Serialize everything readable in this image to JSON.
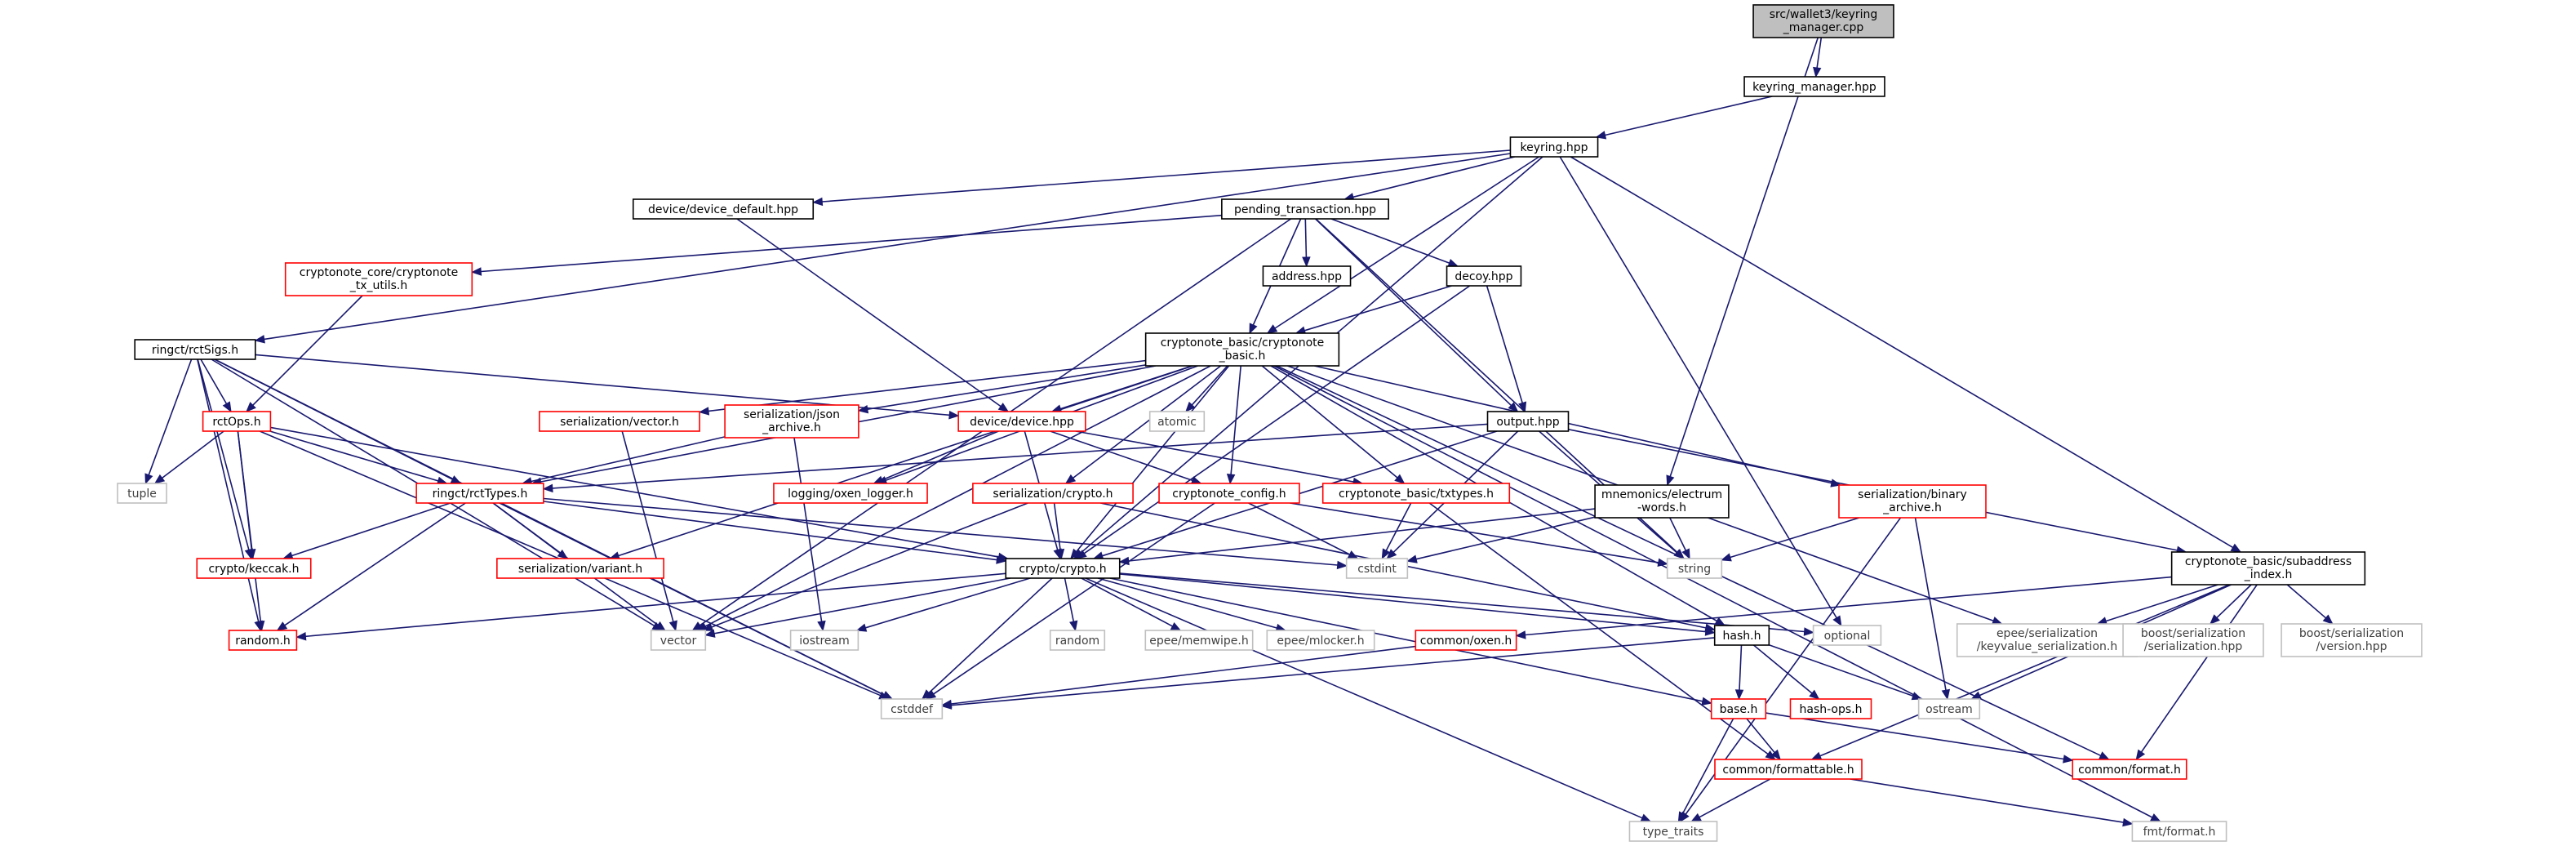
{
  "colors": {
    "edge": "#191970",
    "root_fill": "#bfbfbf",
    "root_border": "#000000",
    "documented_border": "#000000",
    "undocumented_border": "#ff0000",
    "external_border": "#bfbfbf",
    "external_text": "#404040"
  },
  "nodes": [
    {
      "id": "root",
      "label": [
        "src/wallet3/keyring",
        "_manager.cpp"
      ],
      "kind": "root"
    },
    {
      "id": "keyring_manager",
      "label": [
        "keyring_manager.hpp"
      ],
      "kind": "documented"
    },
    {
      "id": "keyring",
      "label": [
        "keyring.hpp"
      ],
      "kind": "documented"
    },
    {
      "id": "device_default",
      "label": [
        "device/device_default.hpp"
      ],
      "kind": "documented"
    },
    {
      "id": "pending_tx",
      "label": [
        "pending_transaction.hpp"
      ],
      "kind": "documented"
    },
    {
      "id": "tx_utils",
      "label": [
        "cryptonote_core/cryptonote",
        "_tx_utils.h"
      ],
      "kind": "undocumented"
    },
    {
      "id": "address",
      "label": [
        "address.hpp"
      ],
      "kind": "documented"
    },
    {
      "id": "decoy",
      "label": [
        "decoy.hpp"
      ],
      "kind": "documented"
    },
    {
      "id": "rctSigs",
      "label": [
        "ringct/rctSigs.h"
      ],
      "kind": "documented"
    },
    {
      "id": "cn_basic",
      "label": [
        "cryptonote_basic/cryptonote",
        "_basic.h"
      ],
      "kind": "documented"
    },
    {
      "id": "rctOps",
      "label": [
        "rctOps.h"
      ],
      "kind": "undocumented"
    },
    {
      "id": "ser_vector",
      "label": [
        "serialization/vector.h"
      ],
      "kind": "undocumented"
    },
    {
      "id": "ser_json",
      "label": [
        "serialization/json",
        "_archive.h"
      ],
      "kind": "undocumented"
    },
    {
      "id": "device",
      "label": [
        "device/device.hpp"
      ],
      "kind": "undocumented"
    },
    {
      "id": "atomic",
      "label": [
        "atomic"
      ],
      "kind": "external"
    },
    {
      "id": "output",
      "label": [
        "output.hpp"
      ],
      "kind": "documented"
    },
    {
      "id": "tuple",
      "label": [
        "tuple"
      ],
      "kind": "external"
    },
    {
      "id": "rctTypes",
      "label": [
        "ringct/rctTypes.h"
      ],
      "kind": "undocumented"
    },
    {
      "id": "logging",
      "label": [
        "logging/oxen_logger.h"
      ],
      "kind": "undocumented"
    },
    {
      "id": "ser_crypto",
      "label": [
        "serialization/crypto.h"
      ],
      "kind": "undocumented"
    },
    {
      "id": "cn_config",
      "label": [
        "cryptonote_config.h"
      ],
      "kind": "undocumented"
    },
    {
      "id": "txtypes",
      "label": [
        "cryptonote_basic/txtypes.h"
      ],
      "kind": "undocumented"
    },
    {
      "id": "mnemonics",
      "label": [
        "mnemonics/electrum",
        "-words.h"
      ],
      "kind": "documented"
    },
    {
      "id": "ser_binary",
      "label": [
        "serialization/binary",
        "_archive.h"
      ],
      "kind": "undocumented"
    },
    {
      "id": "keccak",
      "label": [
        "crypto/keccak.h"
      ],
      "kind": "undocumented"
    },
    {
      "id": "ser_variant",
      "label": [
        "serialization/variant.h"
      ],
      "kind": "undocumented"
    },
    {
      "id": "crypto",
      "label": [
        "crypto/crypto.h"
      ],
      "kind": "documented"
    },
    {
      "id": "cstdint",
      "label": [
        "cstdint"
      ],
      "kind": "external"
    },
    {
      "id": "string",
      "label": [
        "string"
      ],
      "kind": "external"
    },
    {
      "id": "subaddr",
      "label": [
        "cryptonote_basic/subaddress",
        "_index.h"
      ],
      "kind": "documented"
    },
    {
      "id": "random_h",
      "label": [
        "random.h"
      ],
      "kind": "undocumented"
    },
    {
      "id": "vector",
      "label": [
        "vector"
      ],
      "kind": "external"
    },
    {
      "id": "iostream",
      "label": [
        "iostream"
      ],
      "kind": "external"
    },
    {
      "id": "random",
      "label": [
        "random"
      ],
      "kind": "external"
    },
    {
      "id": "memwipe",
      "label": [
        "epee/memwipe.h"
      ],
      "kind": "external"
    },
    {
      "id": "mlocker",
      "label": [
        "epee/mlocker.h"
      ],
      "kind": "external"
    },
    {
      "id": "common_oxen",
      "label": [
        "common/oxen.h"
      ],
      "kind": "undocumented"
    },
    {
      "id": "hash",
      "label": [
        "hash.h"
      ],
      "kind": "documented"
    },
    {
      "id": "optional",
      "label": [
        "optional"
      ],
      "kind": "external"
    },
    {
      "id": "keyvalue",
      "label": [
        "epee/serialization",
        "/keyvalue_serialization.h"
      ],
      "kind": "external"
    },
    {
      "id": "boost_ser",
      "label": [
        "boost/serialization",
        "/serialization.hpp"
      ],
      "kind": "external"
    },
    {
      "id": "boost_ver",
      "label": [
        "boost/serialization",
        "/version.hpp"
      ],
      "kind": "external"
    },
    {
      "id": "cstddef",
      "label": [
        "cstddef"
      ],
      "kind": "external"
    },
    {
      "id": "base",
      "label": [
        "base.h"
      ],
      "kind": "undocumented"
    },
    {
      "id": "hash_ops",
      "label": [
        "hash-ops.h"
      ],
      "kind": "undocumented"
    },
    {
      "id": "ostream",
      "label": [
        "ostream"
      ],
      "kind": "external"
    },
    {
      "id": "common_format",
      "label": [
        "common/format.h"
      ],
      "kind": "undocumented"
    },
    {
      "id": "formattable",
      "label": [
        "common/formattable.h"
      ],
      "kind": "undocumented"
    },
    {
      "id": "type_traits",
      "label": [
        "type_traits"
      ],
      "kind": "external"
    },
    {
      "id": "fmt_format",
      "label": [
        "fmt/format.h"
      ],
      "kind": "external"
    }
  ],
  "edges": [
    [
      "root",
      "keyring_manager"
    ],
    [
      "root",
      "mnemonics"
    ],
    [
      "keyring_manager",
      "keyring"
    ],
    [
      "keyring",
      "device_default"
    ],
    [
      "keyring",
      "pending_tx"
    ],
    [
      "keyring",
      "rctSigs"
    ],
    [
      "keyring",
      "cn_basic"
    ],
    [
      "keyring",
      "crypto"
    ],
    [
      "keyring",
      "optional"
    ],
    [
      "keyring",
      "subaddr"
    ],
    [
      "device_default",
      "device"
    ],
    [
      "pending_tx",
      "tx_utils"
    ],
    [
      "pending_tx",
      "address"
    ],
    [
      "pending_tx",
      "decoy"
    ],
    [
      "pending_tx",
      "cn_basic"
    ],
    [
      "pending_tx",
      "output"
    ],
    [
      "pending_tx",
      "string"
    ],
    [
      "pending_tx",
      "vector"
    ],
    [
      "tx_utils",
      "rctOps"
    ],
    [
      "decoy",
      "cn_basic"
    ],
    [
      "decoy",
      "output"
    ],
    [
      "decoy",
      "crypto"
    ],
    [
      "rctSigs",
      "rctOps"
    ],
    [
      "rctSigs",
      "rctTypes"
    ],
    [
      "rctSigs",
      "tuple"
    ],
    [
      "rctSigs",
      "keccak"
    ],
    [
      "rctSigs",
      "random_h"
    ],
    [
      "rctSigs",
      "vector"
    ],
    [
      "rctSigs",
      "cstddef"
    ],
    [
      "rctSigs",
      "device"
    ],
    [
      "cn_basic",
      "ser_vector"
    ],
    [
      "cn_basic",
      "ser_json"
    ],
    [
      "cn_basic",
      "device"
    ],
    [
      "cn_basic",
      "atomic"
    ],
    [
      "cn_basic",
      "rctTypes"
    ],
    [
      "cn_basic",
      "logging"
    ],
    [
      "cn_basic",
      "ser_crypto"
    ],
    [
      "cn_basic",
      "cn_config"
    ],
    [
      "cn_basic",
      "txtypes"
    ],
    [
      "cn_basic",
      "crypto"
    ],
    [
      "cn_basic",
      "ser_binary"
    ],
    [
      "cn_basic",
      "ser_variant"
    ],
    [
      "cn_basic",
      "hash"
    ],
    [
      "cn_basic",
      "keyvalue"
    ],
    [
      "cn_basic",
      "vector"
    ],
    [
      "cn_basic",
      "common_format"
    ],
    [
      "cn_basic",
      "fmt_format"
    ],
    [
      "rctOps",
      "tuple"
    ],
    [
      "rctOps",
      "rctTypes"
    ],
    [
      "rctOps",
      "keccak"
    ],
    [
      "rctOps",
      "random_h"
    ],
    [
      "rctOps",
      "crypto"
    ],
    [
      "rctOps",
      "cstddef"
    ],
    [
      "ser_vector",
      "vector"
    ],
    [
      "ser_json",
      "iostream"
    ],
    [
      "ser_json",
      "rctTypes"
    ],
    [
      "device",
      "logging"
    ],
    [
      "device",
      "cn_config"
    ],
    [
      "device",
      "txtypes"
    ],
    [
      "device",
      "crypto"
    ],
    [
      "output",
      "rctTypes"
    ],
    [
      "output",
      "crypto"
    ],
    [
      "output",
      "cstdint"
    ],
    [
      "output",
      "string"
    ],
    [
      "output",
      "subaddr"
    ],
    [
      "rctTypes",
      "keccak"
    ],
    [
      "rctTypes",
      "ser_variant"
    ],
    [
      "rctTypes",
      "crypto"
    ],
    [
      "rctTypes",
      "random_h"
    ],
    [
      "rctTypes",
      "vector"
    ],
    [
      "rctTypes",
      "cstdint"
    ],
    [
      "rctTypes",
      "cstddef"
    ],
    [
      "ser_crypto",
      "crypto"
    ],
    [
      "ser_crypto",
      "vector"
    ],
    [
      "ser_crypto",
      "hash"
    ],
    [
      "cn_config",
      "cstdint"
    ],
    [
      "cn_config",
      "string"
    ],
    [
      "cn_config",
      "cstddef"
    ],
    [
      "txtypes",
      "cstdint"
    ],
    [
      "txtypes",
      "formattable"
    ],
    [
      "mnemonics",
      "crypto"
    ],
    [
      "mnemonics",
      "string"
    ],
    [
      "mnemonics",
      "cstdint"
    ],
    [
      "ser_binary",
      "string"
    ],
    [
      "ser_binary",
      "ostream"
    ],
    [
      "ser_binary",
      "type_traits"
    ],
    [
      "crypto",
      "random_h"
    ],
    [
      "crypto",
      "vector"
    ],
    [
      "crypto",
      "iostream"
    ],
    [
      "crypto",
      "random"
    ],
    [
      "crypto",
      "memwipe"
    ],
    [
      "crypto",
      "mlocker"
    ],
    [
      "crypto",
      "hash"
    ],
    [
      "crypto",
      "optional"
    ],
    [
      "crypto",
      "cstddef"
    ],
    [
      "crypto",
      "base"
    ],
    [
      "crypto",
      "type_traits"
    ],
    [
      "subaddr",
      "common_oxen"
    ],
    [
      "subaddr",
      "keyvalue"
    ],
    [
      "subaddr",
      "boost_ser"
    ],
    [
      "subaddr",
      "boost_ver"
    ],
    [
      "subaddr",
      "ostream"
    ],
    [
      "subaddr",
      "common_format"
    ],
    [
      "subaddr",
      "formattable"
    ],
    [
      "common_oxen",
      "cstddef"
    ],
    [
      "hash",
      "base"
    ],
    [
      "hash",
      "hash_ops"
    ],
    [
      "hash",
      "ostream"
    ],
    [
      "hash",
      "cstddef"
    ],
    [
      "base",
      "formattable"
    ],
    [
      "base",
      "common_format"
    ],
    [
      "base",
      "type_traits"
    ],
    [
      "formattable",
      "type_traits"
    ],
    [
      "formattable",
      "fmt_format"
    ]
  ]
}
